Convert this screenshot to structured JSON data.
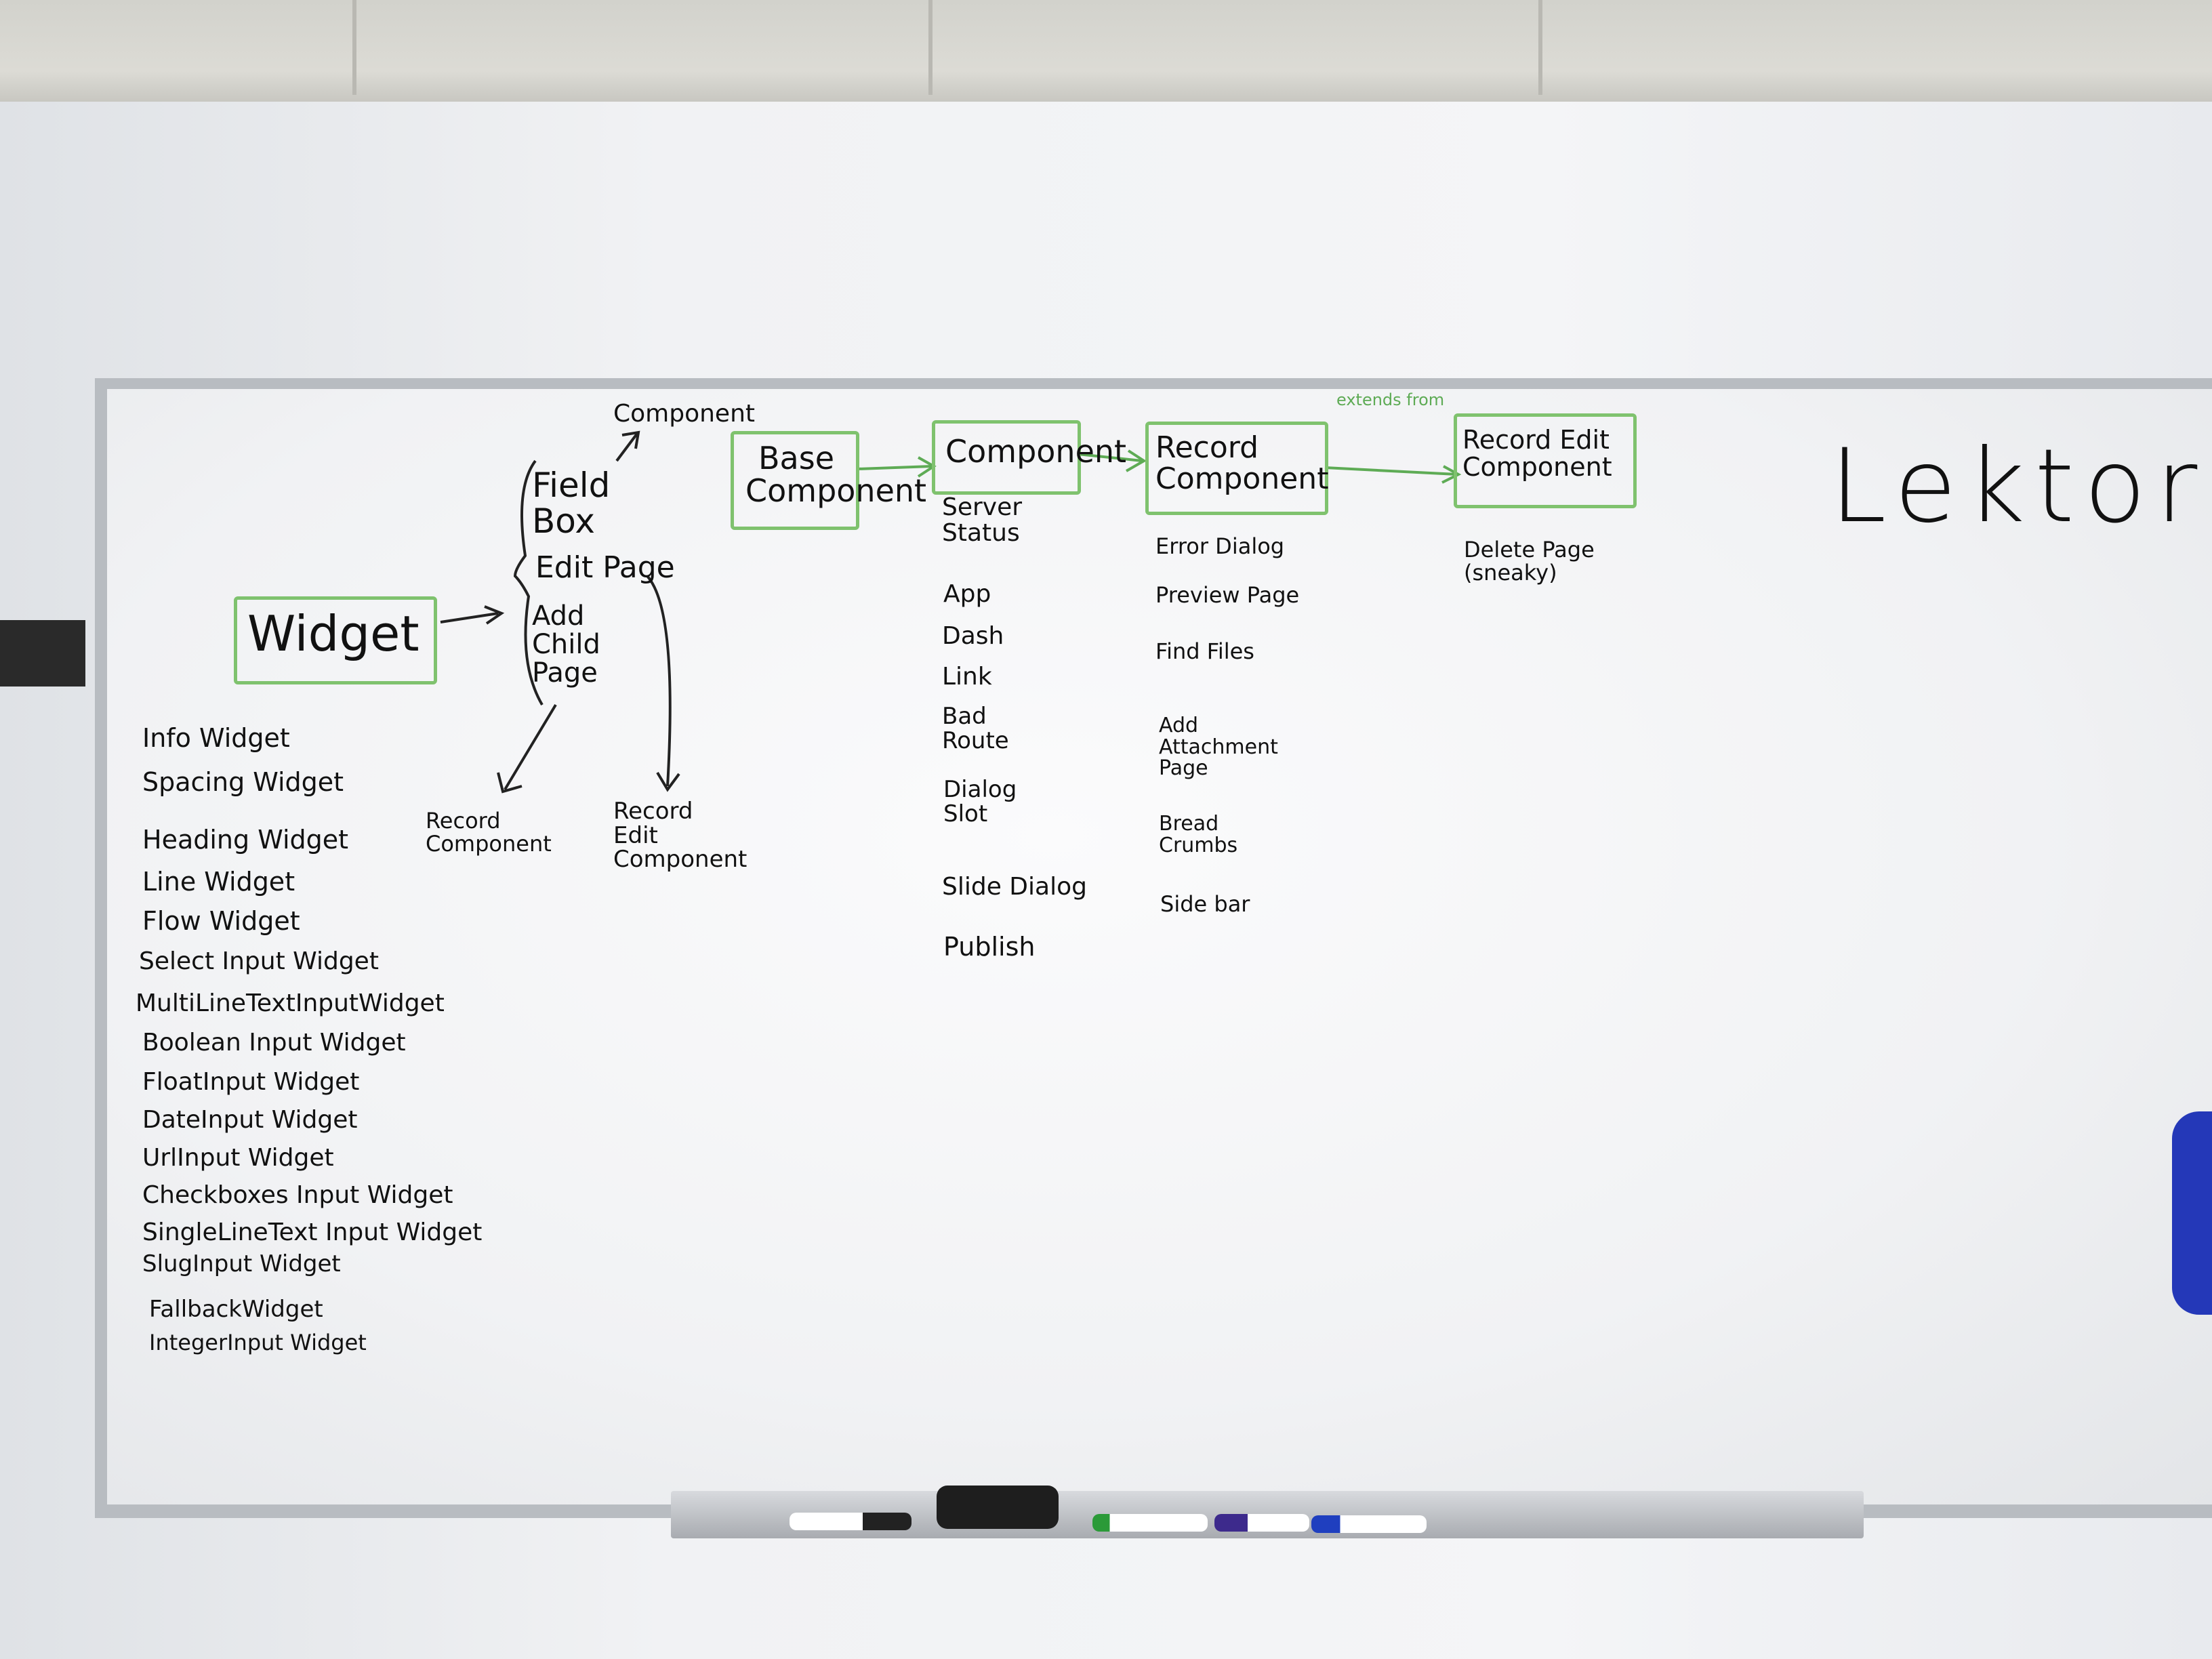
{
  "board": {
    "title": "Lektor",
    "annotation_extends": "extends from",
    "widget_box": "Widget",
    "component_top": "Component",
    "field_box": "Field Box",
    "edit_page": "Edit Page",
    "add_child_page": "Add Child Page",
    "record_component_small": "Record Component",
    "record_edit_component_small": "Record Edit Component",
    "base_component": "Base Component",
    "component": "Component",
    "record_component": "Record Component",
    "record_edit_component": "Record Edit Component",
    "widgets": [
      "Info Widget",
      "Spacing Widget",
      "Heading Widget",
      "Line Widget",
      "Flow Widget",
      "Select Input Widget",
      "MultiLineTextInputWidget",
      "Boolean Input Widget",
      "FloatInput Widget",
      "DateInput Widget",
      "UrlInput Widget",
      "Checkboxes Input Widget",
      "SingleLineText Input Widget",
      "SlugInput Widget",
      "FallbackWidget",
      "IntegerInput Widget"
    ],
    "component_items": [
      "Server Status",
      "App",
      "Dash",
      "Link",
      "Bad Route",
      "Dialog Slot",
      "Slide Dialog",
      "Publish"
    ],
    "record_items": [
      "Error Dialog",
      "Preview Page",
      "Find Files",
      "Add Attachment Page",
      "Bread Crumbs",
      "Side bar"
    ],
    "record_edit_items": [
      "Delete Page (sneaky)"
    ]
  },
  "colors": {
    "marker_black": "#111111",
    "marker_green": "#7fc26e",
    "board": "#f4f5f7"
  }
}
